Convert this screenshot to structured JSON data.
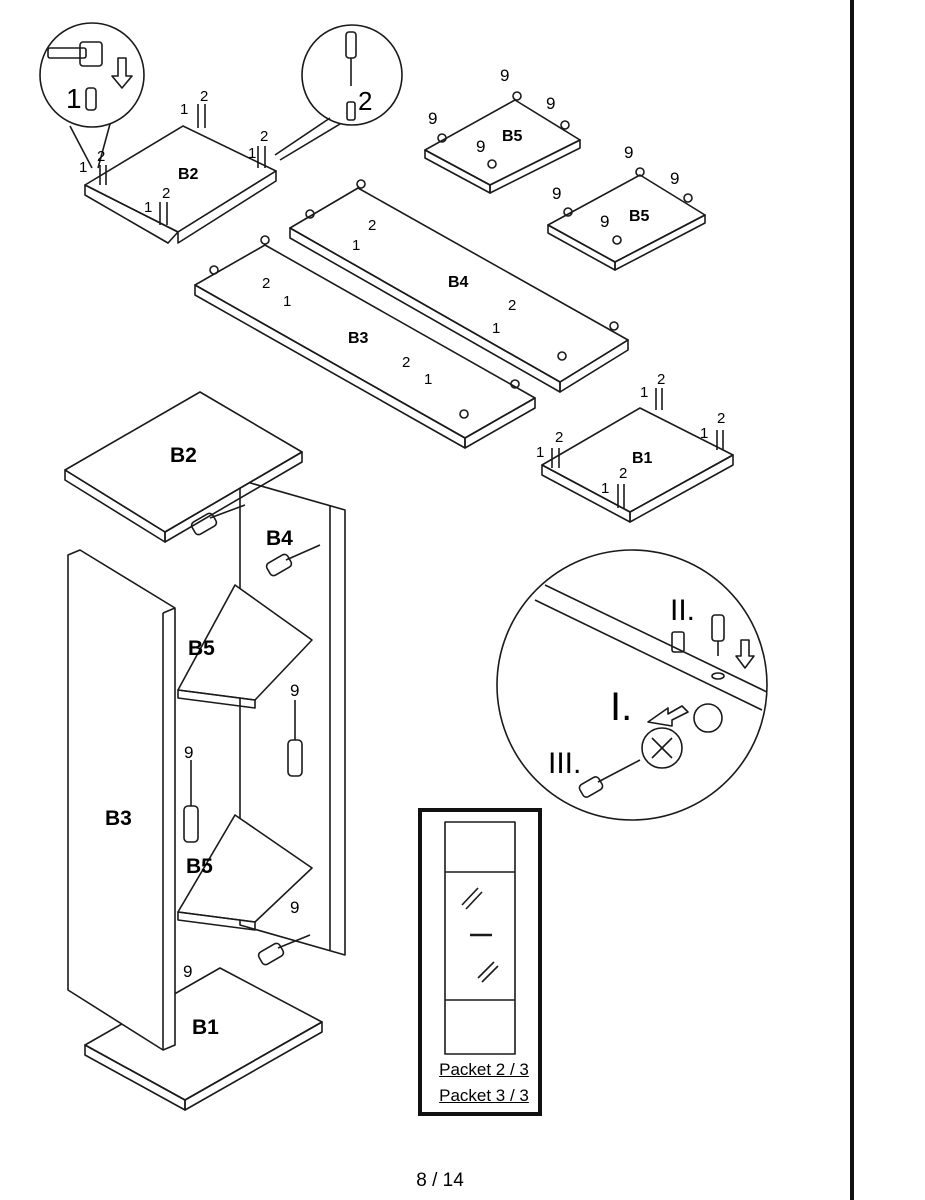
{
  "page": {
    "number_label": "8 / 14"
  },
  "panel_labels": {
    "b1": "B1",
    "b2": "B2",
    "b3": "B3",
    "b4": "B4",
    "b5": "B5"
  },
  "hardware_numbers": {
    "dowel": "1",
    "cam_bolt": "2",
    "cam_lock": "9"
  },
  "steps": {
    "step1": "I.",
    "step2": "II.",
    "step3": "III."
  },
  "packets": [
    "Packet 2 / 3",
    "Packet 3 / 3"
  ],
  "colors": {
    "line": "#1a1a1a",
    "panel_fill": "#ffffff",
    "rule": "#111111"
  }
}
